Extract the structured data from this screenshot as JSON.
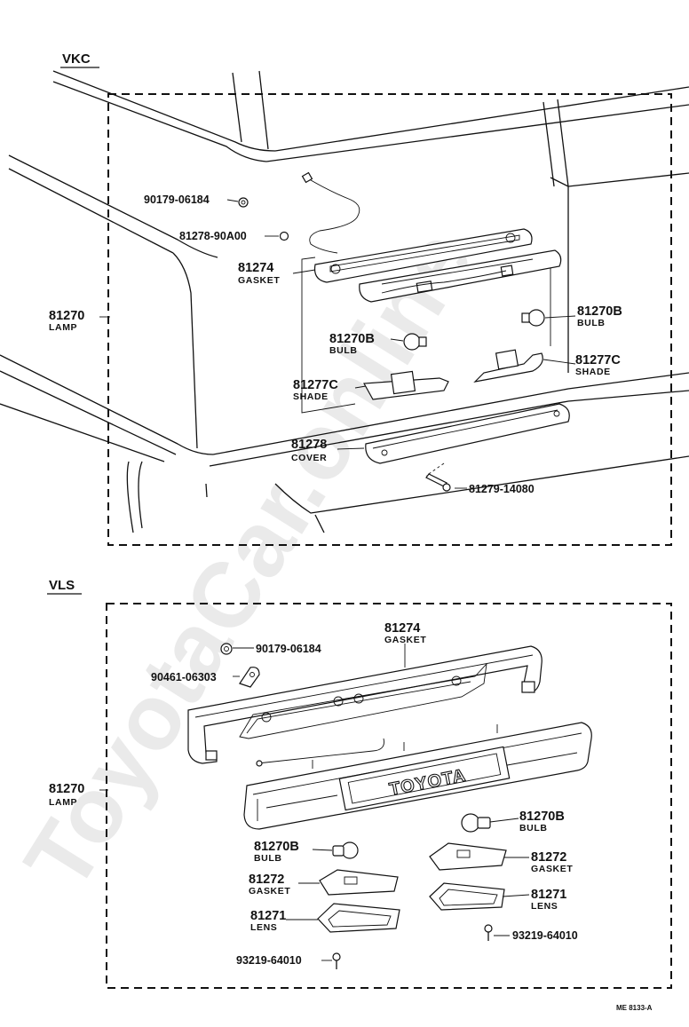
{
  "watermark": "ToyotaCar.online",
  "sections": {
    "vkc": {
      "title": "VKC",
      "labels": {
        "nut": "90179-06184",
        "grommet": "81278-90A00",
        "gasket_no": "81274",
        "gasket_name": "GASKET",
        "lamp_no": "81270",
        "lamp_name": "LAMP",
        "bulb_right_no": "81270B",
        "bulb_right_name": "BULB",
        "bulb_left_no": "81270B",
        "bulb_left_name": "BULB",
        "shade_right_no": "81277C",
        "shade_right_name": "SHADE",
        "shade_left_no": "81277C",
        "shade_left_name": "SHADE",
        "cover_no": "81278",
        "cover_name": "COVER",
        "screw": "81279-14080"
      }
    },
    "vls": {
      "title": "VLS",
      "labels": {
        "gasket_no": "81274",
        "gasket_name": "GASKET",
        "nut": "90179-06184",
        "clip": "90461-06303",
        "lamp_no": "81270",
        "lamp_name": "LAMP",
        "housing_text": "TOYOTA",
        "bulb_right_no": "81270B",
        "bulb_right_name": "BULB",
        "bulb_left_no": "81270B",
        "bulb_left_name": "BULB",
        "gasket_right_no": "81272",
        "gasket_right_name": "GASKET",
        "gasket_left_no": "81272",
        "gasket_left_name": "GASKET",
        "lens_right_no": "81271",
        "lens_right_name": "LENS",
        "lens_left_no": "81271",
        "lens_left_name": "LENS",
        "screw_right": "93219-64010",
        "screw_left": "93219-64010"
      }
    }
  },
  "footer": {
    "code": "ME 8133-A"
  }
}
